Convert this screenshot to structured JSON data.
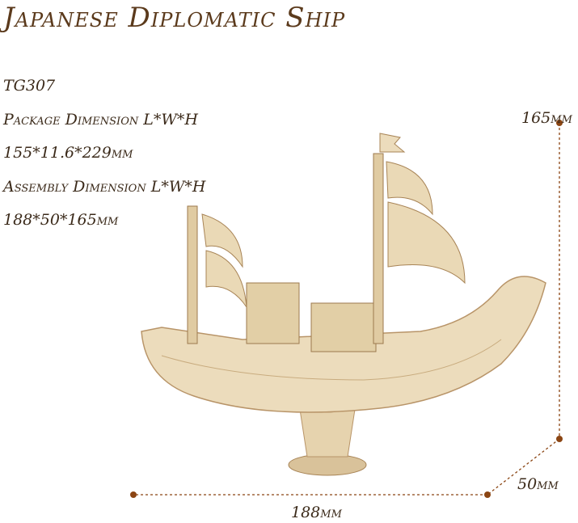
{
  "title": "Japanese Diplomatic Ship",
  "specs": {
    "model": "TG307",
    "package_label": "Package Dimension L*W*H",
    "package_value": "155*11.6*229mm",
    "assembly_label": "Assembly Dimension L*W*H",
    "assembly_value": "188*50*165mm"
  },
  "dimensions": {
    "height": "165mm",
    "width": "50mm",
    "length": "188mm"
  },
  "colors": {
    "title": "#5b3a1c",
    "text": "#3b2a1a",
    "dimension_line": "#8b4513",
    "wood": "#e9d9b8"
  }
}
